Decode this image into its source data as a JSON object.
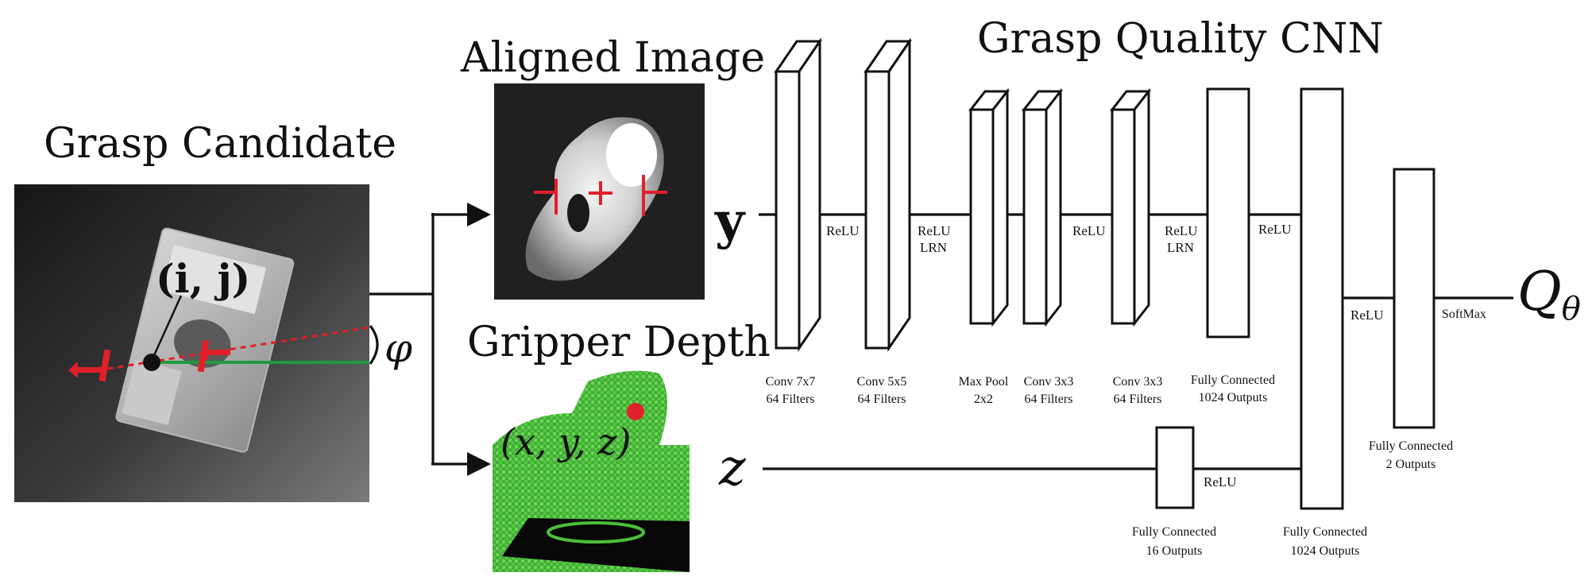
{
  "titles": {
    "grasp_candidate": "Grasp Candidate",
    "aligned_image": "Aligned Image",
    "gripper_depth": "Gripper Depth",
    "network": "Grasp Quality CNN"
  },
  "math": {
    "pixel": "(i, j)",
    "angle": "φ",
    "point": "(x, y, z)",
    "input_y": "y",
    "input_z": "z",
    "output": "Q",
    "output_sub": "θ"
  },
  "layers": {
    "conv1": [
      "Conv 7x7",
      "64 Filters"
    ],
    "conv2": [
      "Conv 5x5",
      "64 Filters"
    ],
    "pool": [
      "Max Pool",
      "2x2"
    ],
    "conv3": [
      "Conv 3x3",
      "64 Filters"
    ],
    "conv4": [
      "Conv 3x3",
      "64 Filters"
    ],
    "fc1": [
      "Fully Connected",
      "1024 Outputs"
    ],
    "fcz": [
      "Fully Connected",
      "16 Outputs"
    ],
    "fc2": [
      "Fully Connected",
      "1024 Outputs"
    ],
    "fc3": [
      "Fully Connected",
      "2 Outputs"
    ]
  },
  "activations": {
    "a1": [
      "ReLU"
    ],
    "a2": [
      "ReLU",
      "LRN"
    ],
    "a3": [
      "ReLU"
    ],
    "a4": [
      "ReLU",
      "LRN"
    ],
    "a5": [
      "ReLU"
    ],
    "a6": [
      "ReLU"
    ],
    "a7": [
      "ReLU"
    ],
    "softmax": [
      "SoftMax"
    ]
  },
  "colors": {
    "gripper_marker": "#e0202a",
    "axis_line": "#1f9a3f",
    "point_cloud": "#4cbf3a",
    "line": "#111111"
  }
}
